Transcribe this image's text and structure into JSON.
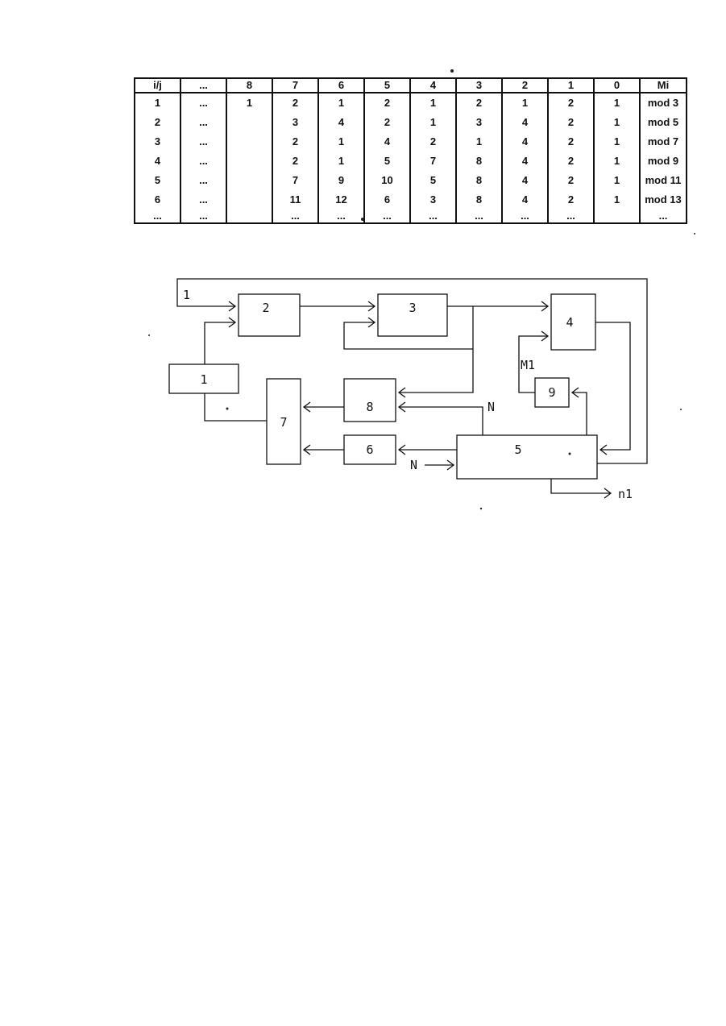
{
  "table": {
    "headers": [
      "i/j",
      "...",
      "8",
      "7",
      "6",
      "5",
      "4",
      "3",
      "2",
      "1",
      "0",
      "Mi"
    ],
    "rows": [
      [
        "1",
        "...",
        "1",
        "2",
        "1",
        "2",
        "1",
        "2",
        "1",
        "2",
        "1",
        "mod 3"
      ],
      [
        "2",
        "...",
        "",
        "3",
        "4",
        "2",
        "1",
        "3",
        "4",
        "2",
        "1",
        "mod 5"
      ],
      [
        "3",
        "...",
        "",
        "2",
        "1",
        "4",
        "2",
        "1",
        "4",
        "2",
        "1",
        "mod 7"
      ],
      [
        "4",
        "...",
        "",
        "2",
        "1",
        "5",
        "7",
        "8",
        "4",
        "2",
        "1",
        "mod 9"
      ],
      [
        "5",
        "...",
        "",
        "7",
        "9",
        "10",
        "5",
        "8",
        "4",
        "2",
        "1",
        "mod 11"
      ],
      [
        "6",
        "...",
        "",
        "11",
        "12",
        "6",
        "3",
        "8",
        "4",
        "2",
        "1",
        "mod 13"
      ],
      [
        "...",
        "...",
        "",
        "...",
        "...",
        "...",
        "...",
        "...",
        "...",
        "...",
        "",
        "..."
      ]
    ]
  },
  "diagram": {
    "blocks": {
      "b1": "1",
      "b2": "2",
      "b3": "3",
      "b4": "4",
      "b5": "5",
      "b6": "6",
      "b7": "7",
      "b8": "8",
      "b9": "9"
    },
    "labels": {
      "input_1": "1",
      "m1": "M1",
      "n_top": "N",
      "n_input": "N",
      "n1_output": "n1"
    }
  }
}
